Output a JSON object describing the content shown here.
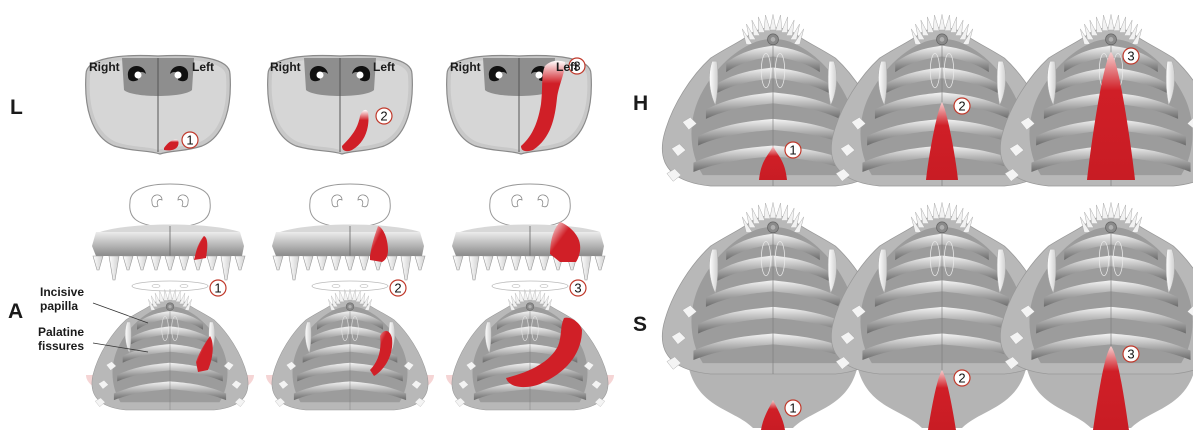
{
  "rows": {
    "L": "L",
    "A": "A",
    "H": "H",
    "S": "S"
  },
  "sides": {
    "right": "Right",
    "left": "Left"
  },
  "anatomy": {
    "incisive_line1": "Incisive",
    "incisive_line2": "papilla",
    "palatine_line1": "Palatine",
    "palatine_line2": "fissures"
  },
  "stages": [
    "1",
    "2",
    "3"
  ],
  "colors": {
    "lesion": "#d01f27",
    "bone": "#bdbdbd",
    "pink": "#f5d5d5",
    "badge_border": "#c0392b"
  }
}
